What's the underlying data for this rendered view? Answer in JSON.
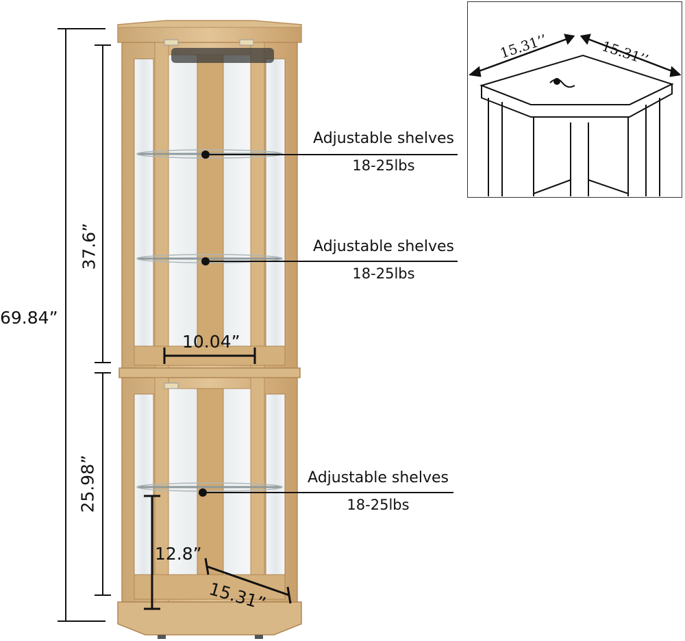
{
  "dimensions": {
    "total_height": "69.84”",
    "upper_height": "37.6”",
    "lower_height": "25.98”",
    "inner_width": "10.04”",
    "base_depth": "15.31”",
    "shelf_gap": "12.8”"
  },
  "callouts": [
    {
      "title": "Adjustable shelves",
      "load": "18-25lbs"
    },
    {
      "title": "Adjustable shelves",
      "load": "18-25lbs"
    },
    {
      "title": "Adjustable shelves",
      "load": "18-25lbs"
    }
  ],
  "inset": {
    "left_side": "15.31’’",
    "right_side": "15.31’’"
  },
  "colors": {
    "wood": "#d9b98a",
    "wood_dark": "#b8905e",
    "glass": "#eef1f2",
    "line": "#111111"
  }
}
